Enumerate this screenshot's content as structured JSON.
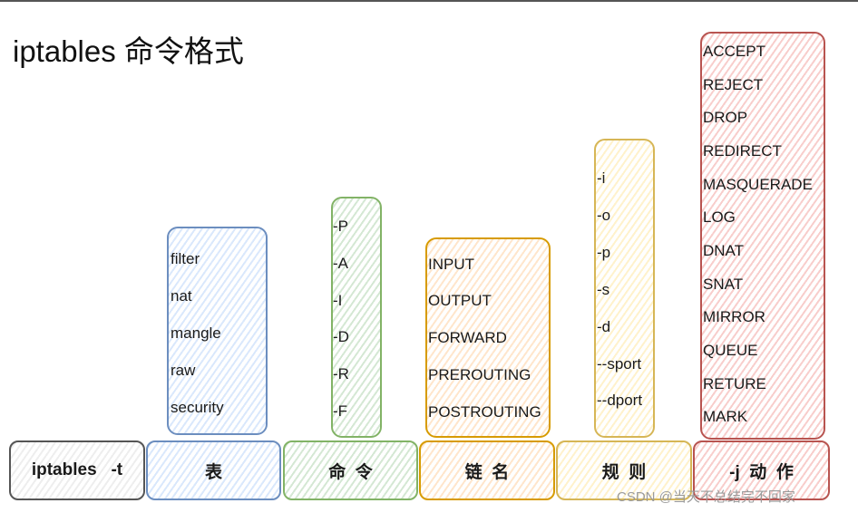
{
  "title": "iptables 命令格式",
  "tables": [
    "filter",
    "nat",
    "mangle",
    "raw",
    "security"
  ],
  "commands": [
    "-P",
    "-A",
    "-I",
    "-D",
    "-R",
    "-F"
  ],
  "chains": [
    "INPUT",
    "OUTPUT",
    "FORWARD",
    "PREROUTING",
    "POSTROUTING"
  ],
  "rules": [
    "-i",
    "-o",
    "-p",
    "-s",
    "-d",
    "--sport",
    "--dport"
  ],
  "actions": [
    "ACCEPT",
    "REJECT",
    "DROP",
    "REDIRECT",
    "MASQUERADE",
    "LOG",
    "DNAT",
    "SNAT",
    "MIRROR",
    "QUEUE",
    "RETURE",
    "MARK"
  ],
  "bases": [
    "iptables   -t",
    "表",
    "命  令",
    "链  名",
    "规  则",
    "-j  动  作"
  ],
  "watermark": "CSDN @当天不总结完不回家",
  "colors": {
    "gray": "#555555",
    "blue": "#6c8ebf",
    "blue_fill": "#dae8fc",
    "green": "#82b366",
    "green_fill": "#d5e8d4",
    "orange": "#d79b00",
    "orange_fill": "#ffe6cc",
    "yellow": "#d6b656",
    "yellow_fill": "#fff2cc",
    "red": "#b85450",
    "red_fill": "#f8cecc"
  }
}
